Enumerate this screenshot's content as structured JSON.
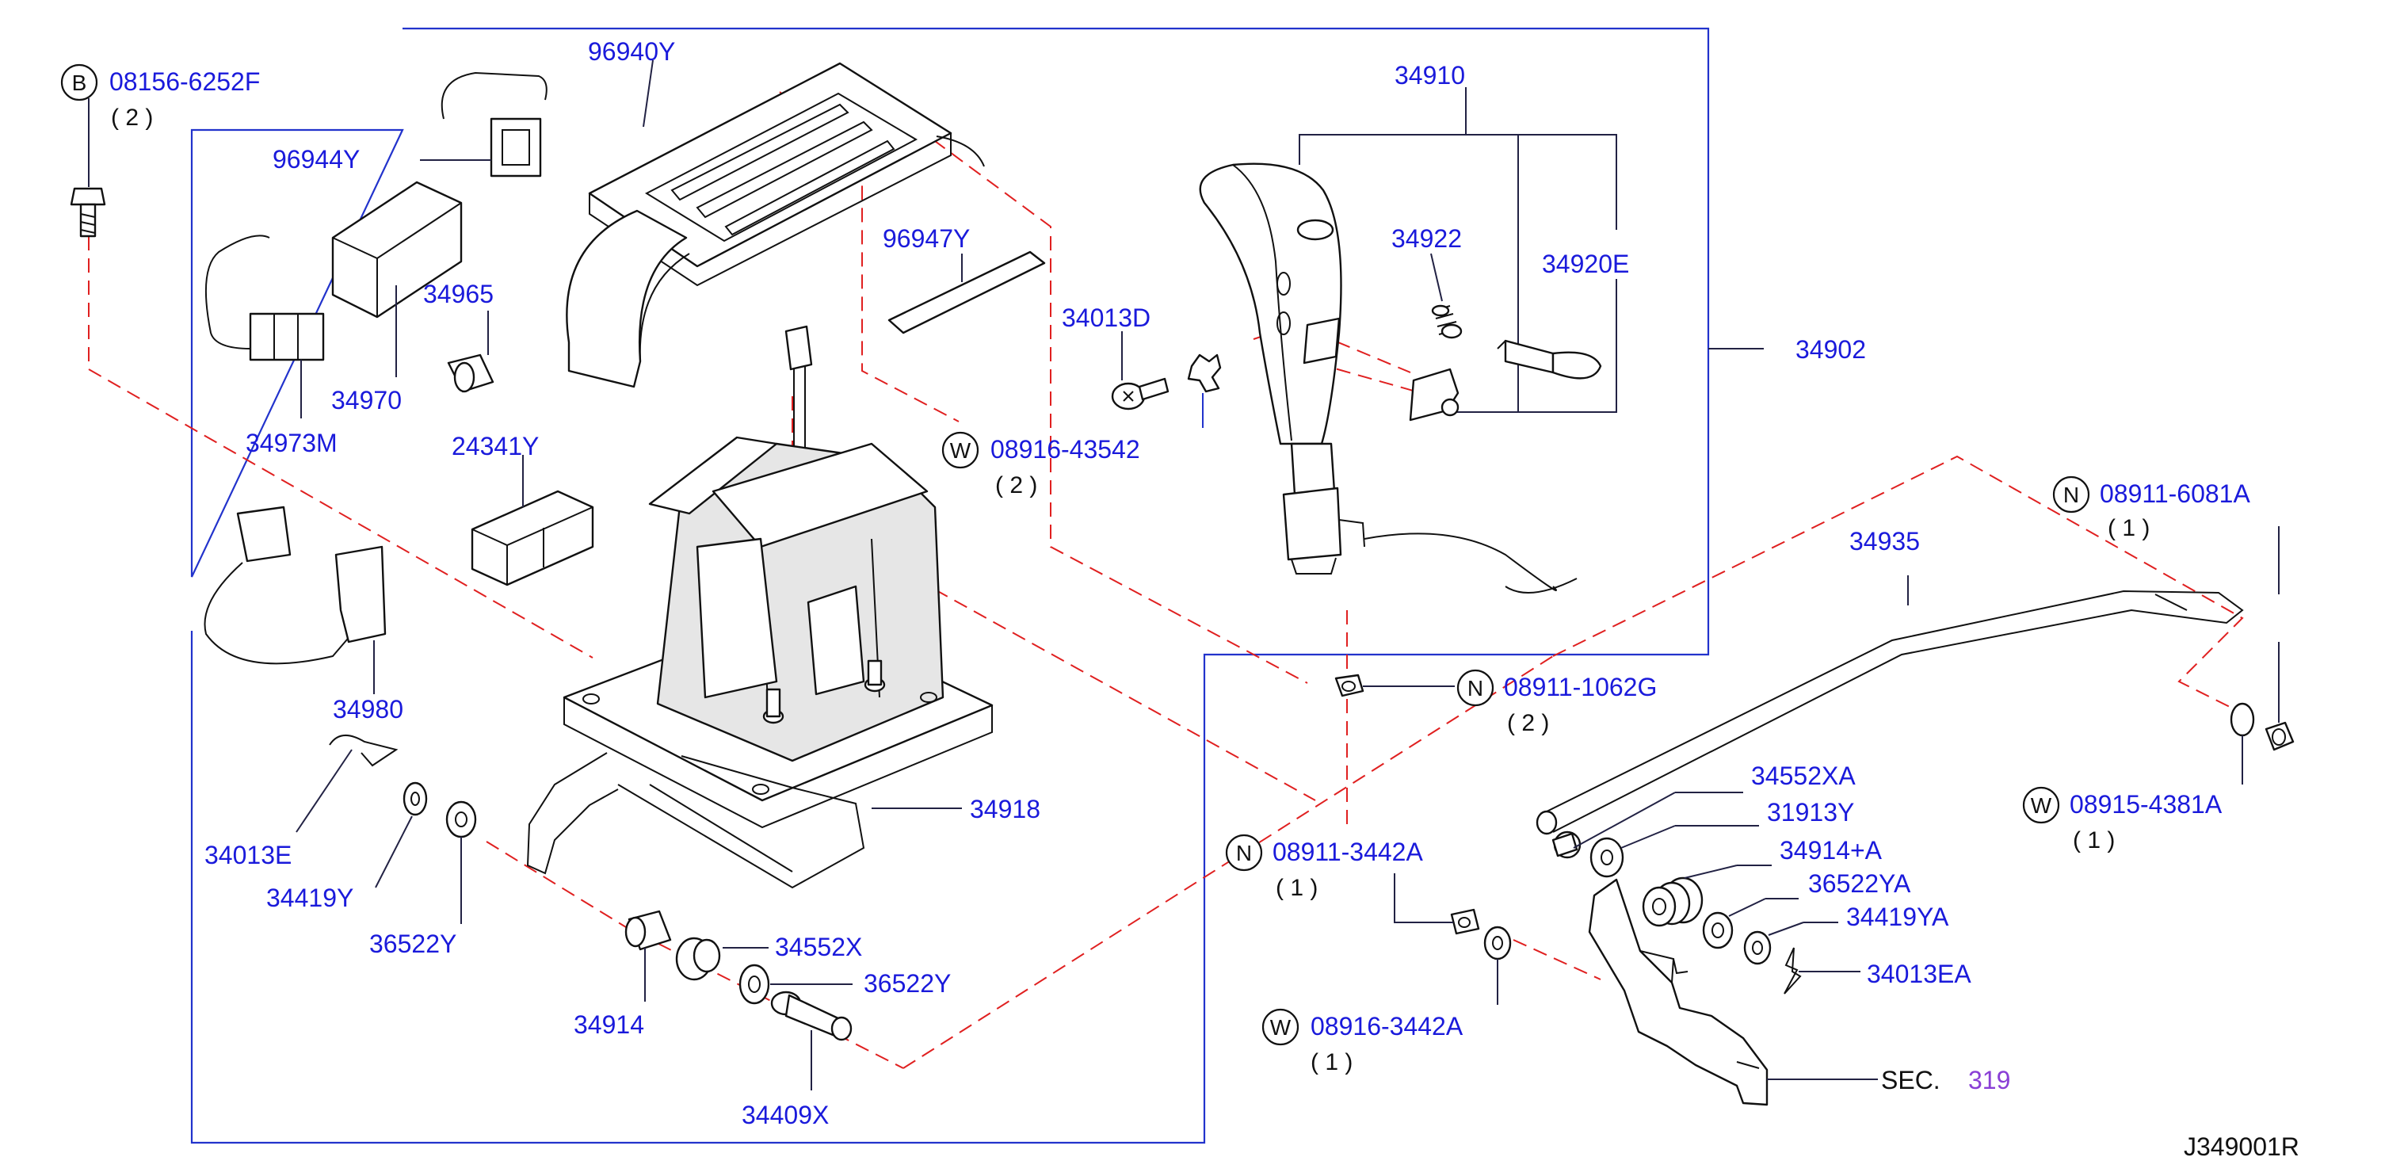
{
  "diagram_id": "J349001R",
  "callouts": [
    {
      "code": "B",
      "part": "08156-6252F",
      "qty": "( 2 )"
    },
    {
      "code": "W",
      "part": "08916-43542",
      "qty": "( 2 )"
    },
    {
      "code": "N",
      "part": "08911-6081A",
      "qty": "( 1 )"
    },
    {
      "code": "N",
      "part": "08911-1062G",
      "qty": "( 2 )"
    },
    {
      "code": "W",
      "part": "08915-4381A",
      "qty": "( 1 )"
    },
    {
      "code": "N",
      "part": "08911-3442A",
      "qty": "( 1 )"
    },
    {
      "code": "W",
      "part": "08916-3442A",
      "qty": "( 1 )"
    }
  ],
  "labels": {
    "p96940Y": "96940Y",
    "p96944Y": "96944Y",
    "p34965": "34965",
    "p34970": "34970",
    "p34973M": "34973M",
    "p24341Y": "24341Y",
    "p34980": "34980",
    "p96947Y": "96947Y",
    "p34013D": "34013D",
    "p34910": "34910",
    "p34922": "34922",
    "p34920E": "34920E",
    "p34902": "34902",
    "p34935": "34935",
    "p34918": "34918",
    "p34013E": "34013E",
    "p34419Y": "34419Y",
    "p36522Y_a": "36522Y",
    "p34914": "34914",
    "p34552X": "34552X",
    "p36522Y_b": "36522Y",
    "p34409X": "34409X",
    "p34552XA": "34552XA",
    "p31913Y": "31913Y",
    "p34914A": "34914+A",
    "p36522YA": "36522YA",
    "p34419YA": "34419YA",
    "p34013EA": "34013EA",
    "sec_prefix": "SEC.",
    "sec_number": "319"
  }
}
